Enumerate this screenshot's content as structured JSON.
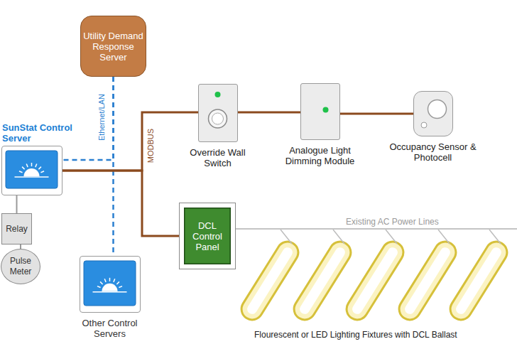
{
  "diagram": {
    "nodes": [
      {
        "text": [
          "Utility Demand Response Server"
        ]
      },
      {
        "text": [
          "SunStat Control Server"
        ]
      },
      {
        "text": [
          "Relay"
        ]
      },
      {
        "text": [
          "Pulse Meter"
        ]
      },
      {
        "text": [
          "Other Control Servers"
        ]
      },
      {
        "text": [
          "Override Wall Switch"
        ]
      },
      {
        "text": [
          "Analogue Light Dimming Module"
        ]
      },
      {
        "text": [
          "Occupancy Sensor & Photocell"
        ]
      },
      {
        "text": [
          "DCL Control Panel"
        ]
      }
    ],
    "edges": [
      {
        "from": 0,
        "to": 1,
        "arrow": "none"
      },
      {
        "from": 0,
        "to": 4,
        "arrow": "none"
      },
      {
        "from": 1,
        "to": 2,
        "arrow": "none"
      },
      {
        "from": 2,
        "to": 3,
        "arrow": "none"
      },
      {
        "from": 1,
        "to": 5,
        "arrow": "none"
      },
      {
        "from": 5,
        "to": 6,
        "arrow": "none"
      },
      {
        "from": 6,
        "to": 7,
        "arrow": "none"
      },
      {
        "from": 1,
        "to": 8,
        "arrow": "none"
      }
    ],
    "labels": [
      "Ethernet/LAN",
      "MODBUS",
      "Existing AC Power Lines",
      "Flourescent or LED Lighting Fixtures with DCL Ballast"
    ]
  }
}
